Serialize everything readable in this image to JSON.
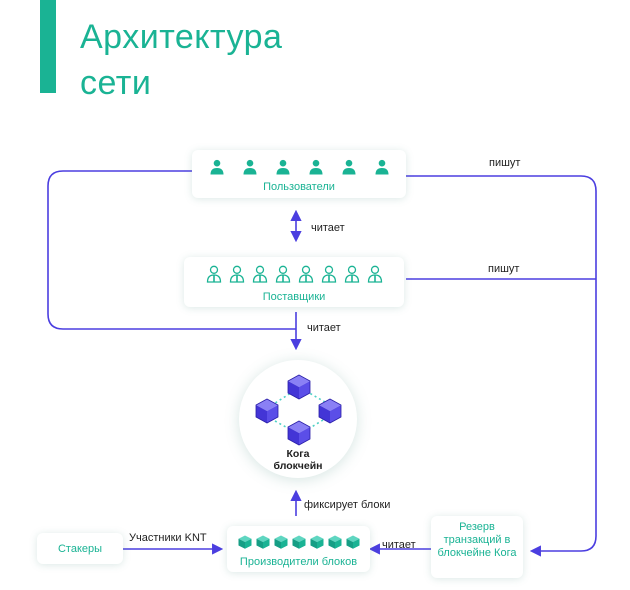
{
  "title": {
    "line1": "Архитектура",
    "line2": "сети"
  },
  "nodes": {
    "users": "Пользователи",
    "providers": "Поставщики",
    "blockchain_line1": "Кога",
    "blockchain_line2": "блокчейн",
    "producers": "Производители блоков",
    "stakers": "Стакеры",
    "reserve_line1": "Резерв",
    "reserve_line2": "транзакций в",
    "reserve_line3": "блокчейне Кога"
  },
  "edges": {
    "users_providers": "читает",
    "providers_blockchain": "читает",
    "producers_blockchain": "фиксирует блоки",
    "stakers_producers": "Участники KNT",
    "reserve_producers": "читает",
    "users_reserve": "пишут",
    "providers_reserve": "пишут"
  },
  "colors": {
    "accent": "#1ab394",
    "arrow": "#4b3ee0",
    "cube": "#5545e6",
    "cube_link": "#4fd1c5"
  },
  "icons": {
    "user": "user-icon",
    "provider": "provider-icon",
    "block": "block-icon"
  }
}
